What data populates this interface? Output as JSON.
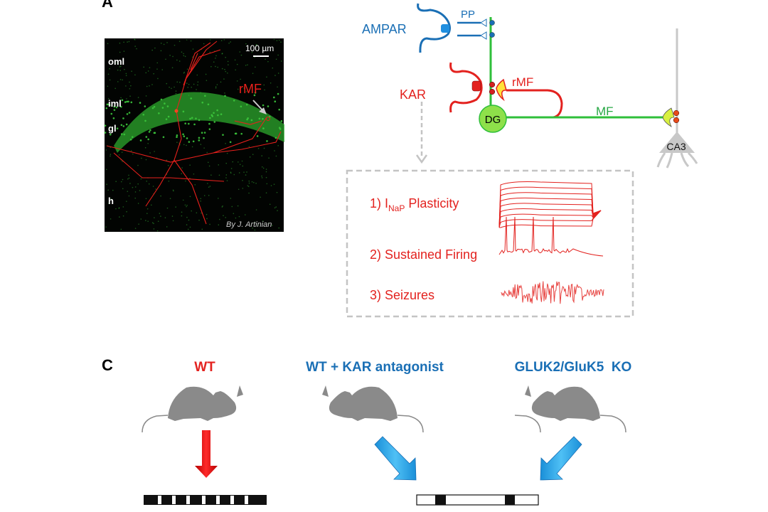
{
  "panels": {
    "a": "A",
    "c": "C"
  },
  "panel_a": {
    "layers": [
      "oml",
      "iml",
      "gl",
      "h"
    ],
    "scale_bar": "100 µm",
    "arrow_label": "rMF",
    "credit": "By J. Artinian"
  },
  "panel_b": {
    "ampar": "AMPAR",
    "pp": "PP",
    "kar": "KAR",
    "rmf": "rMF",
    "mf": "MF",
    "dg": "DG",
    "ca3": "CA3",
    "effects": [
      {
        "prefix": "1) I",
        "sub": "NaP",
        "suffix": " Plasticity"
      },
      {
        "prefix": "2) Sustained Firing"
      },
      {
        "prefix": "3) Seizures"
      }
    ]
  },
  "panel_c": {
    "conditions": [
      {
        "label": "WT",
        "color": "#e3221f"
      },
      {
        "label": "WT + KAR antagonist",
        "color": "#1a6fb5"
      },
      {
        "label": "GLUK2/GluK5  KO",
        "color": "#1a6fb5"
      }
    ]
  },
  "colors": {
    "red": "#e3221f",
    "blue": "#1a6fb5",
    "green": "#27a844",
    "grey": "#8a8a8a",
    "arrow_blue": "#29a3e6"
  }
}
